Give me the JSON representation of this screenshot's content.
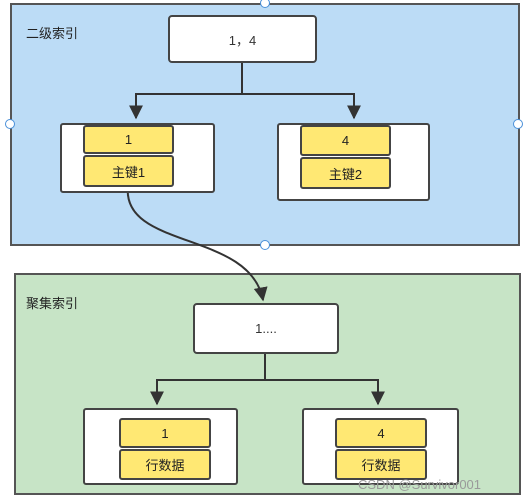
{
  "secondary_index": {
    "title": "二级索引",
    "root": {
      "label": "1，4"
    },
    "leaves": [
      {
        "key": "1",
        "value": "主键1"
      },
      {
        "key": "4",
        "value": "主键2"
      }
    ]
  },
  "clustered_index": {
    "title": "聚集索引",
    "root": {
      "label": "1...."
    },
    "leaves": [
      {
        "key": "1",
        "value": "行数据"
      },
      {
        "key": "4",
        "value": "行数据"
      }
    ]
  },
  "watermark": "CSDN @Survivor001",
  "colors": {
    "secondary_bg": "#bcdcf6",
    "clustered_bg": "#c7e4c6",
    "cell_fill": "#ffe873",
    "stroke": "#444444",
    "handle": "#4a90d9"
  }
}
